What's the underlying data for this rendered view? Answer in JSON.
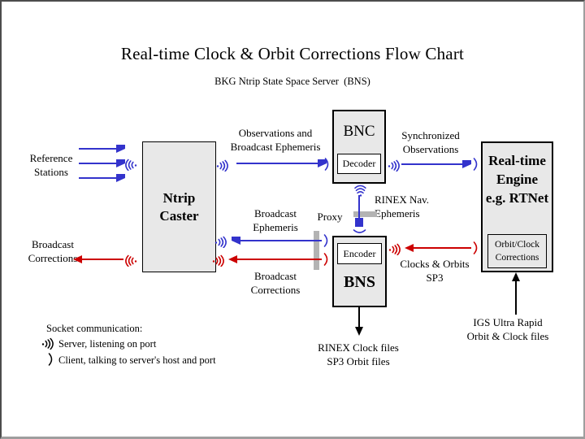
{
  "page": {
    "title": "Real-time Clock & Orbit Corrections Flow Chart",
    "subtitle": "BKG Ntrip State Space Server  (BNS)"
  },
  "boxes": {
    "ntrip_caster": {
      "line1": "Ntrip",
      "line2": "Caster"
    },
    "bnc": {
      "title": "BNC",
      "sub": "Decoder"
    },
    "bns": {
      "title": "BNS",
      "sub": "Encoder"
    },
    "engine": {
      "line1": "Real-time",
      "line2": "Engine",
      "line3": "e.g. RTNet",
      "sub_line1": "Orbit/Clock",
      "sub_line2": "Corrections"
    }
  },
  "labels": {
    "reference_stations": {
      "line1": "Reference",
      "line2": "Stations"
    },
    "broadcast_corrections_out": {
      "line1": "Broadcast",
      "line2": "Corrections"
    },
    "observations_and_ephemeris": {
      "line1": "Observations and",
      "line2": "Broadcast Ephemeris"
    },
    "synchronized_observations": {
      "line1": "Synchronized",
      "line2": "Observations"
    },
    "rinex_nav": {
      "line1": "RINEX Nav.",
      "line2": "Ephemeris"
    },
    "proxy": "Proxy",
    "broadcast_ephemeris_mid": {
      "line1": "Broadcast",
      "line2": "Ephemeris"
    },
    "broadcast_corrections_mid": {
      "line1": "Broadcast",
      "line2": "Corrections"
    },
    "clocks_orbits": {
      "line1": "Clocks & Orbits",
      "line2": "SP3"
    },
    "rinex_clock_files": {
      "line1": "RINEX Clock files",
      "line2": "SP3 Orbit files"
    },
    "igs_ultra_rapid": {
      "line1": "IGS Ultra Rapid",
      "line2": "Orbit & Clock files"
    }
  },
  "legend": {
    "heading": "Socket communication:",
    "server": "Server, listening on port",
    "client": "Client, talking to server's host and port"
  },
  "colors": {
    "socket_blue": "#3333cc",
    "socket_red": "#cc0000",
    "box_fill": "#e8e8e8",
    "proxy_bar": "#b3b3b3",
    "line_black": "#000000"
  }
}
